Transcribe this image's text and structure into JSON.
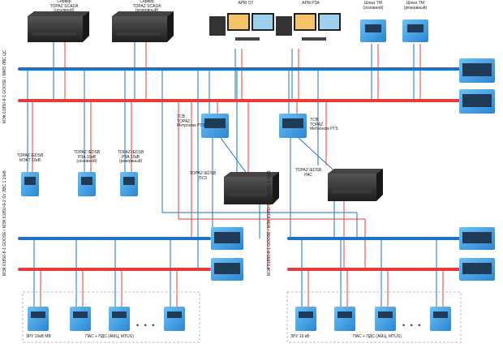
{
  "colors": {
    "bus_blue": "#1a73c9",
    "bus_red": "#e23c3c",
    "device_blue": "#3b9ee6",
    "server_dark": "#2b2b2b",
    "dashed_frame": "#bbbbbb"
  },
  "top_devices": {
    "server_main": "Сервер\nTOPAZ SCADA\n(основной)",
    "server_reserve": "Сервер\nTOPAZ SCADA\n(резервный)",
    "arm_ot": "АРМ ОТ",
    "arm_rza": "АРМ РЗА",
    "gateway_main": "Шлюз ТМ\n(основной)",
    "gateway_reserve": "Шлюз ТМ\n(резервный)"
  },
  "bus_labels": {
    "top": "МЭК 61850-8-1 GOOSE / MMS\nЛВС ЦС",
    "bottom_left": "МЭК 61850-8-1 GOOSE /\nМЭК 61850-9-2 SV\nЛВС 1 10кВ",
    "bottom_right": "МЭК 61850-8-1 GOOSE /\nМЭК 61850-9-2 SV\nЛВС 2 10кВ"
  },
  "middle_devices": {
    "switch_left": "ТСВ\nTOPAZ\nМетроном РТS",
    "switch_right": "ТСВ\nTOPAZ\nМетроном РТS",
    "ied_1": "TOPAZ IEDSB\nМЭКT 10кВ",
    "ied_2": "TOPAZ IEDSB\nРЗА 10кВ\n(основной)",
    "ied_3": "TOPAZ IEDSB\nРЗА 10кВ\n(резервный)",
    "server_psc": "TOPAZ IEDSB\nПСЗ",
    "server_pas": "TOPAZ IEDSB\nРАС"
  },
  "bottom_devices": {
    "group_left": "ЗРУ 10кВ МВ",
    "group_left_caption": "ПАС + ПДС (АМЦ, МТUS)",
    "group_right": "ЗРУ 10 кВ",
    "group_right_caption": "ПАС + ПДС (АМЦ, МТUS)",
    "ellipsis": "• • •"
  }
}
